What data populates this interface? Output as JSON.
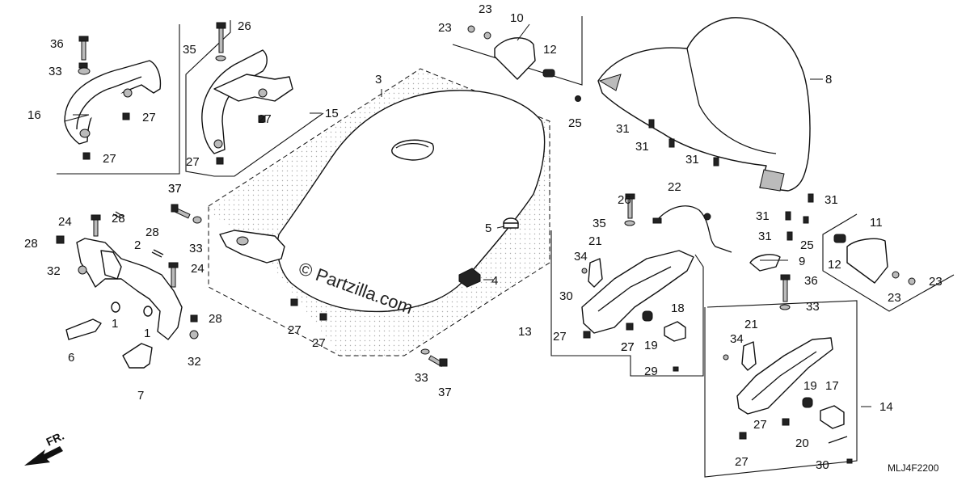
{
  "watermark": "© Partzilla.com",
  "diagram_code": "MLJ4F2200",
  "front_label": "FR.",
  "callouts": [
    "1",
    "1",
    "2",
    "3",
    "4",
    "5",
    "6",
    "7",
    "8",
    "9",
    "10",
    "11",
    "12",
    "12",
    "13",
    "14",
    "15",
    "16",
    "17",
    "18",
    "19",
    "19",
    "20",
    "21",
    "21",
    "22",
    "23",
    "23",
    "23",
    "23",
    "24",
    "24",
    "25",
    "25",
    "26",
    "26",
    "27",
    "27",
    "27",
    "27",
    "27",
    "27",
    "27",
    "27",
    "27",
    "27",
    "27",
    "28",
    "28",
    "28",
    "28",
    "29",
    "30",
    "30",
    "31",
    "31",
    "31",
    "31",
    "31",
    "31",
    "32",
    "32",
    "33",
    "33",
    "33",
    "33",
    "34",
    "34",
    "35",
    "35",
    "36",
    "36",
    "37",
    "37",
    "37"
  ]
}
